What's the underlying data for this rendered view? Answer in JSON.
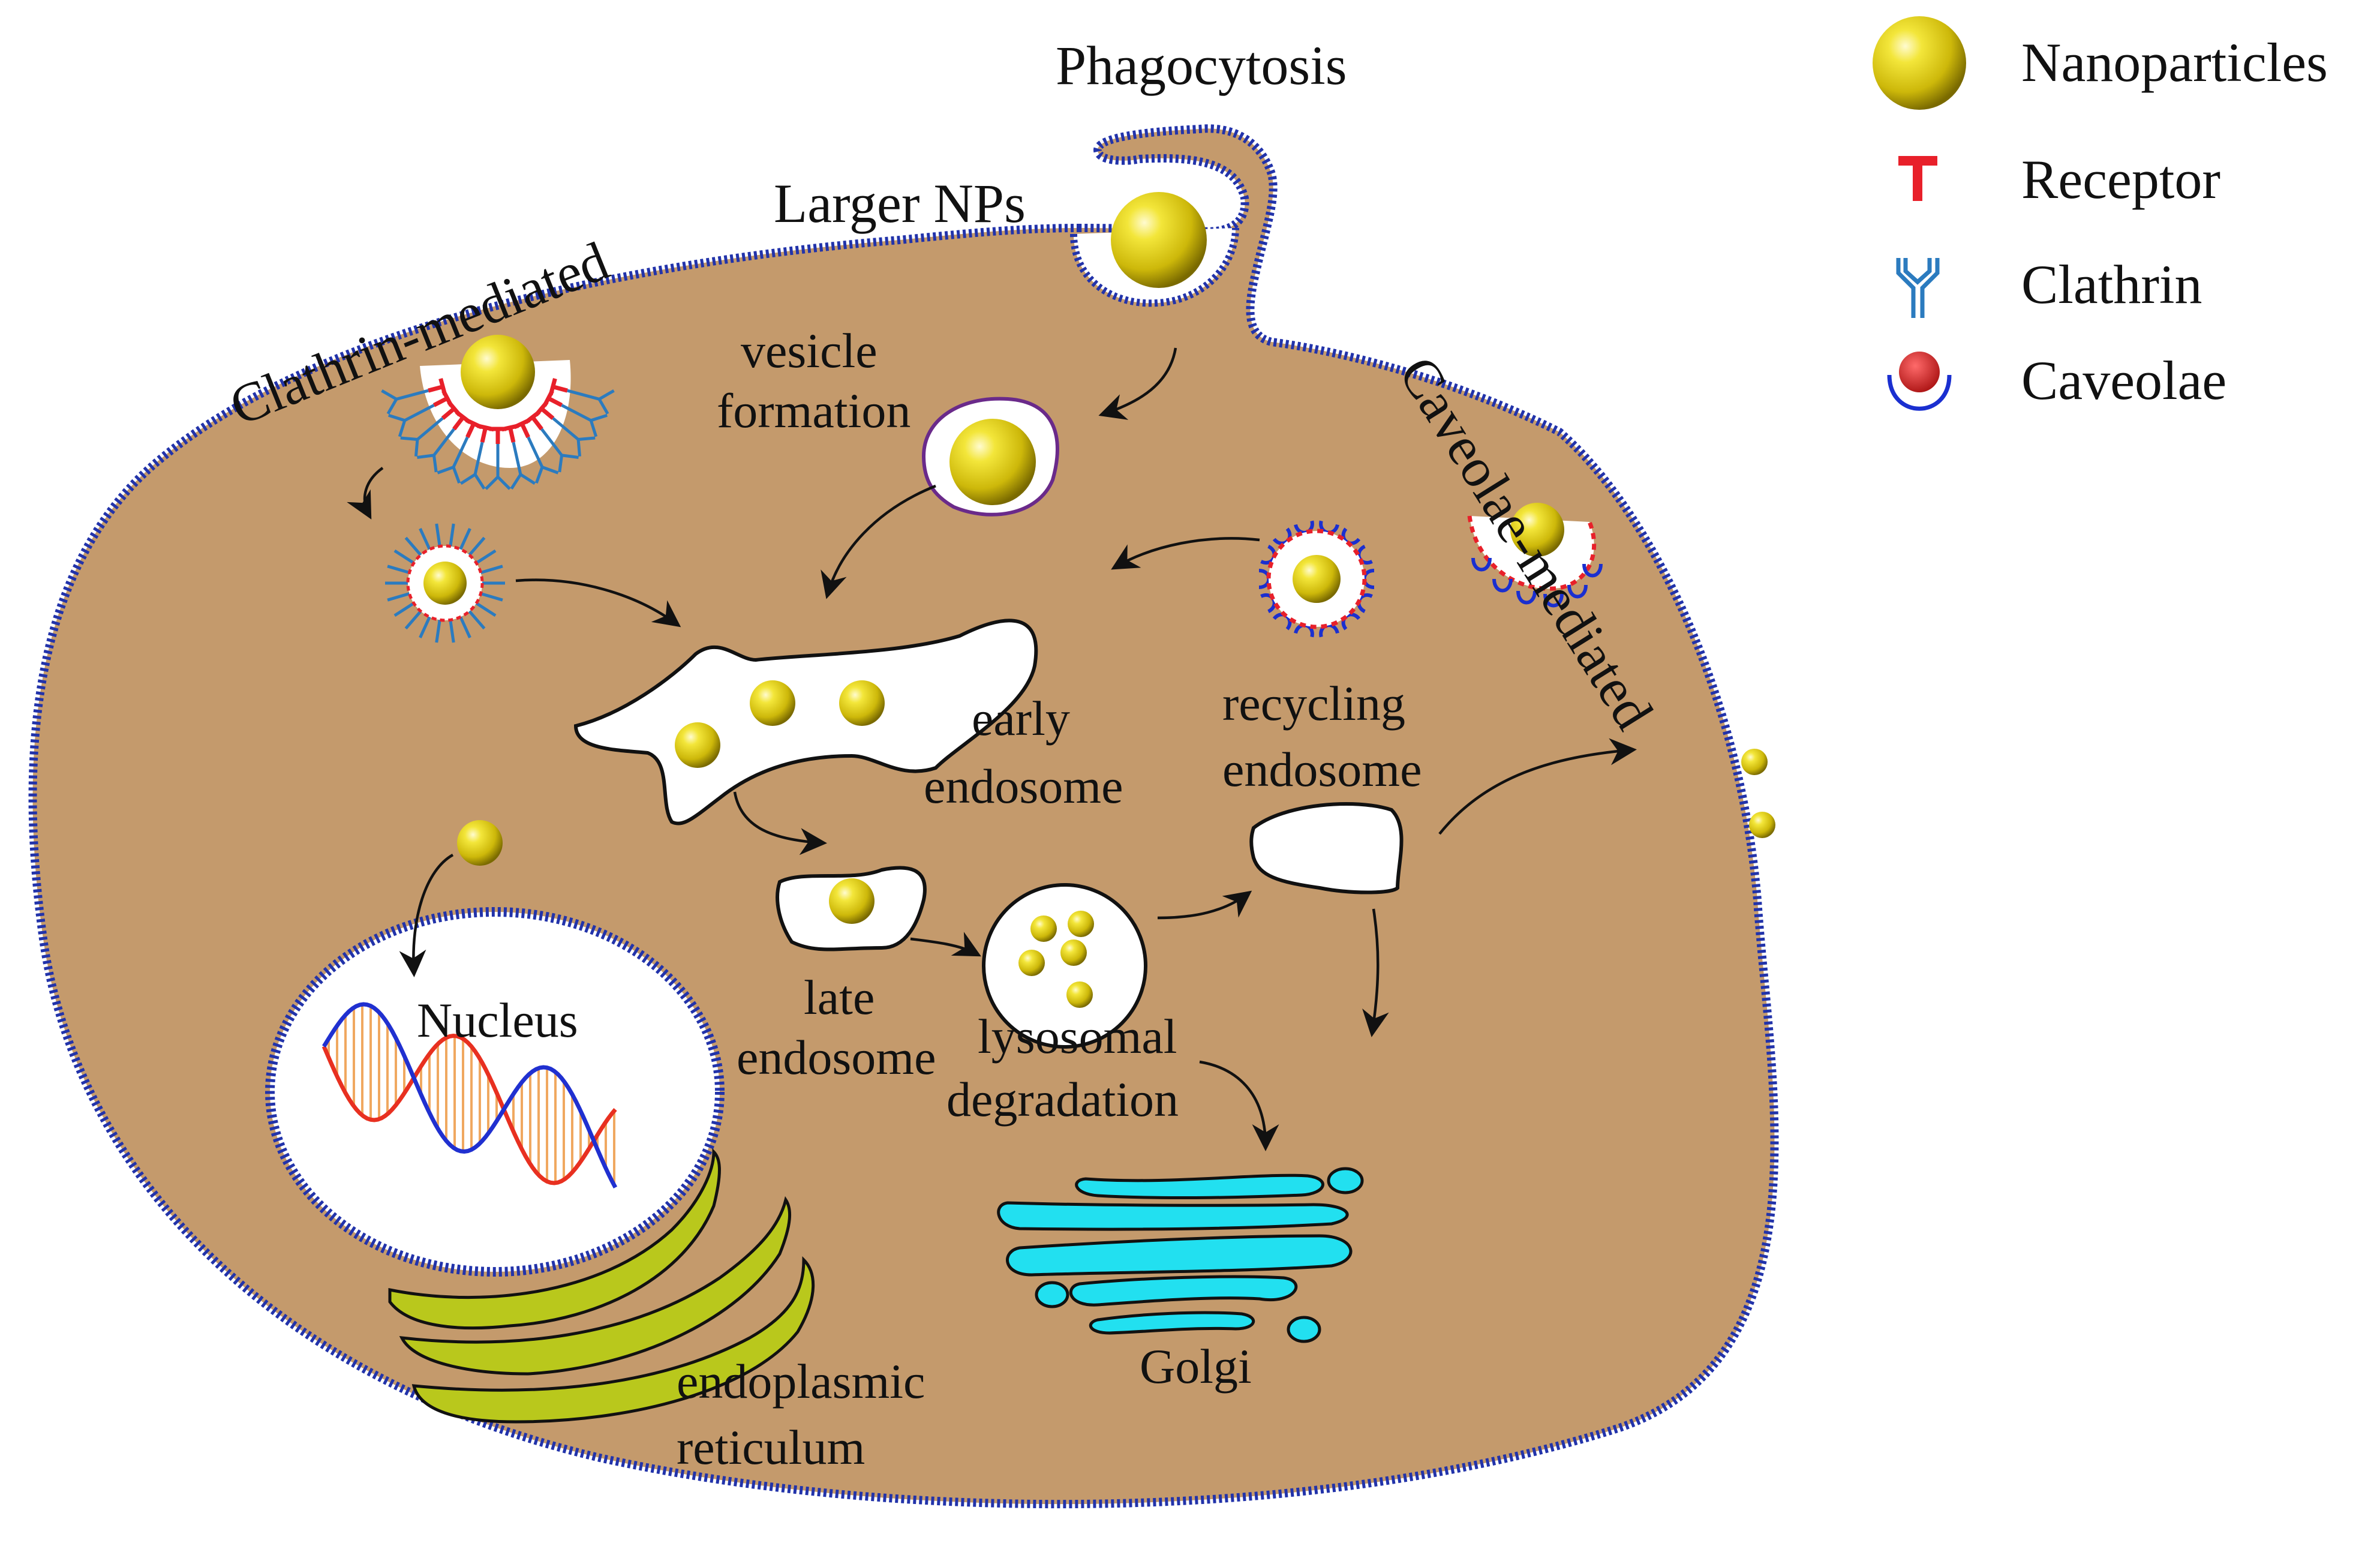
{
  "legend": {
    "nanoparticles": "Nanoparticles",
    "receptor": "Receptor",
    "clathrin": "Clathrin",
    "caveolae": "Caveolae"
  },
  "labels": {
    "phagocytosis": "Phagocytosis",
    "larger_nps": "Larger NPs",
    "clathrin_mediated": "Clathrin-mediated",
    "caveolae_mediated": "Caveolae-mediated",
    "vesicle_formation_1": "vesicle",
    "vesicle_formation_2": "formation",
    "early_endosome_1": "early",
    "early_endosome_2": "endosome",
    "recycling_endosome_1": "recycling",
    "recycling_endosome_2": "endosome",
    "late_endosome_1": "late",
    "late_endosome_2": "endosome",
    "lysosomal_1": "lysosomal",
    "lysosomal_2": "degradation",
    "nucleus": "Nucleus",
    "golgi": "Golgi",
    "er_1": "endoplasmic",
    "er_2": "reticulum"
  },
  "colors": {
    "cytoplasm": "#c49a6c",
    "membrane": "#2233aa",
    "nanoparticle": "#d4c20a",
    "receptor": "#e8202a",
    "clathrin": "#2b7bbf",
    "caveolae_dot": "#cc2222",
    "caveolae_cup": "#1a2fd0",
    "golgi": "#22e0f0",
    "er": "#b9c81c",
    "dna_red": "#e83020",
    "dna_blue": "#2030d0",
    "dna_rungs": "#f0a860"
  }
}
